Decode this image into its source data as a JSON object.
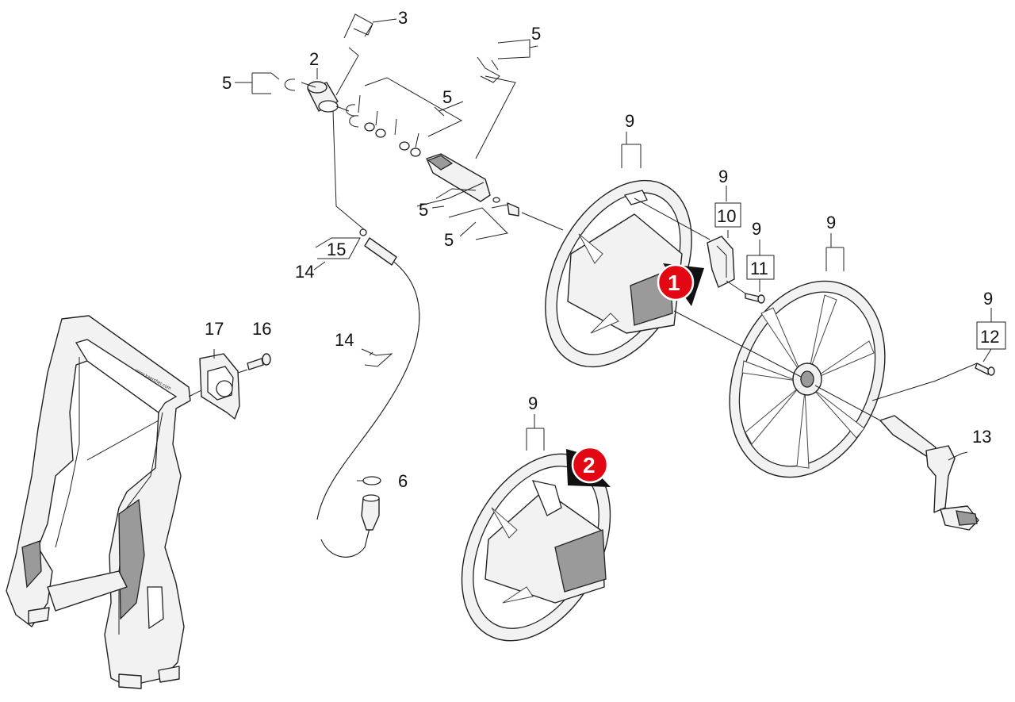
{
  "labels": {
    "p2": "2",
    "p3": "3",
    "p5a": "5",
    "p5b": "5",
    "p5c": "5",
    "p5d": "5",
    "p5e": "5",
    "p6": "6",
    "p9a": "9",
    "p9b": "9",
    "p9c": "9",
    "p9d": "9",
    "p9e": "9",
    "p9f": "9",
    "p10": "10",
    "p11": "11",
    "p12": "12",
    "p13": "13",
    "p14a": "14",
    "p14b": "14",
    "p15": "15",
    "p16": "16",
    "p17": "17"
  },
  "steps": {
    "step1": "1",
    "step2": "2"
  },
  "colors": {
    "step_marker": "#e30613",
    "line": "#222222",
    "background": "#ffffff"
  }
}
